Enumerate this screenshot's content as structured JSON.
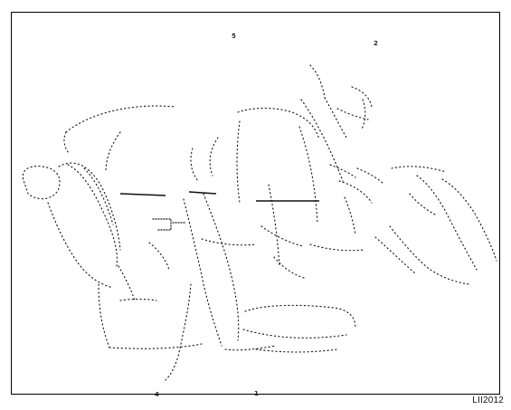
{
  "callouts": {
    "c1": "1",
    "c2": "2",
    "c4": "4",
    "c5": "5"
  },
  "figure_code": "LII2012"
}
